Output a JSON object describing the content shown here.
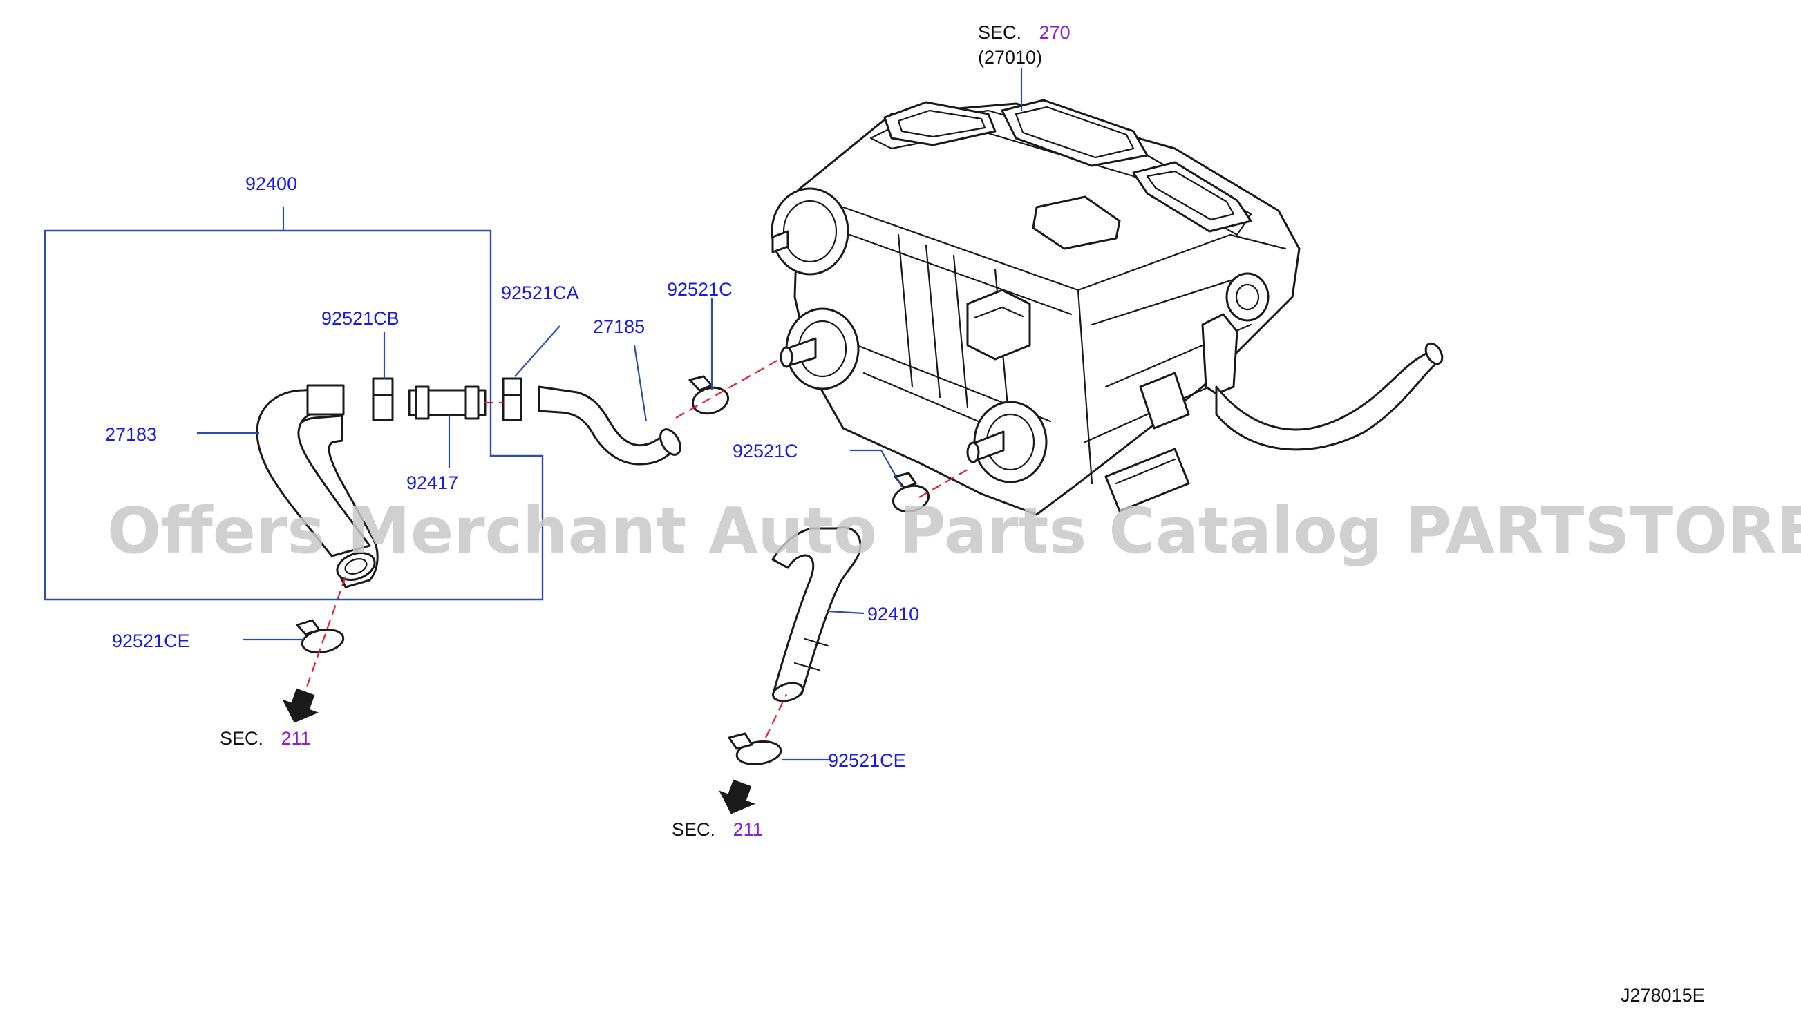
{
  "watermark": "Offers Merchant Auto Parts Catalog PARTSTORE.SA",
  "diagram_code": "J278015E",
  "sections": {
    "top": {
      "prefix": "SEC.",
      "number": "270",
      "sub": "(27010)"
    },
    "bottom_left": {
      "prefix": "SEC.",
      "number": "211"
    },
    "bottom_right": {
      "prefix": "SEC.",
      "number": "211"
    }
  },
  "labels": {
    "assembly": "92400",
    "clamp_cb": "92521CB",
    "clamp_ca": "92521CA",
    "hose_27185": "27185",
    "clamp_c_top": "92521C",
    "hose_27183": "27183",
    "connector": "92417",
    "clamp_c_mid": "92521C",
    "hose_92410": "92410",
    "clamp_ce_left": "92521CE",
    "clamp_ce_right": "92521CE"
  }
}
